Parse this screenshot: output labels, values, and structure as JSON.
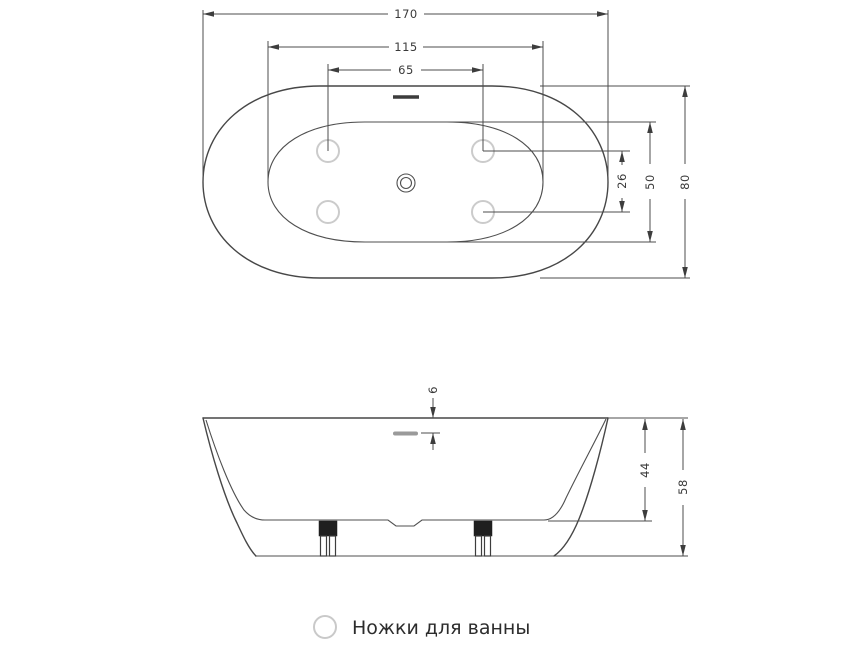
{
  "meta": {
    "background": "#ffffff",
    "line_color": "#474747",
    "dim_color": "#3a3a3a",
    "foot_circle_color": "#cbcbcb",
    "foot_block_color": "#1f1f1f",
    "overflow_bar_color": "#9a9a9a"
  },
  "top_view": {
    "dims": {
      "length_overall": "170",
      "length_basin": "115",
      "length_feet_spacing": "65",
      "width_overall": "80",
      "width_basin": "50",
      "width_feet_spacing": "26"
    }
  },
  "side_view": {
    "dims": {
      "rim_to_overflow": "6",
      "basin_depth": "44",
      "height_overall": "58"
    }
  },
  "legend": {
    "label": "Ножки для ванны"
  }
}
